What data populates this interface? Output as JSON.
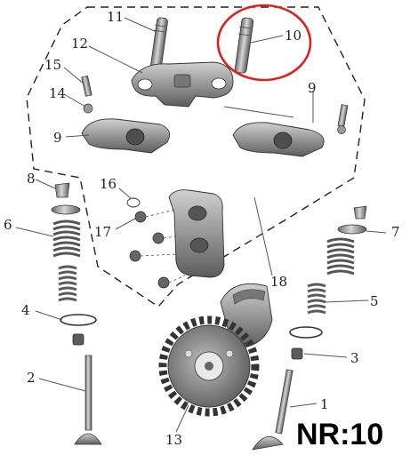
{
  "diagram": {
    "callouts": [
      {
        "id": "c11",
        "text": "11"
      },
      {
        "id": "c10",
        "text": "10"
      },
      {
        "id": "c12",
        "text": "12"
      },
      {
        "id": "c15",
        "text": "15"
      },
      {
        "id": "c14",
        "text": "14"
      },
      {
        "id": "c9a",
        "text": "9"
      },
      {
        "id": "c9b",
        "text": "9"
      },
      {
        "id": "c8",
        "text": "8"
      },
      {
        "id": "c16",
        "text": "16"
      },
      {
        "id": "c17",
        "text": "17"
      },
      {
        "id": "c6",
        "text": "6"
      },
      {
        "id": "c7",
        "text": "7"
      },
      {
        "id": "c18",
        "text": "18"
      },
      {
        "id": "c5",
        "text": "5"
      },
      {
        "id": "c4",
        "text": "4"
      },
      {
        "id": "c3",
        "text": "3"
      },
      {
        "id": "c2",
        "text": "2"
      },
      {
        "id": "c1",
        "text": "1"
      },
      {
        "id": "c13",
        "text": "13"
      }
    ],
    "highlight_part": "10",
    "highlight_color": "#e02020",
    "part_label": "NR:10",
    "colors": {
      "metal_dark": "#5a5a5a",
      "metal_mid": "#8c8c8c",
      "metal_light": "#c8c8c8",
      "line": "#222222"
    }
  }
}
